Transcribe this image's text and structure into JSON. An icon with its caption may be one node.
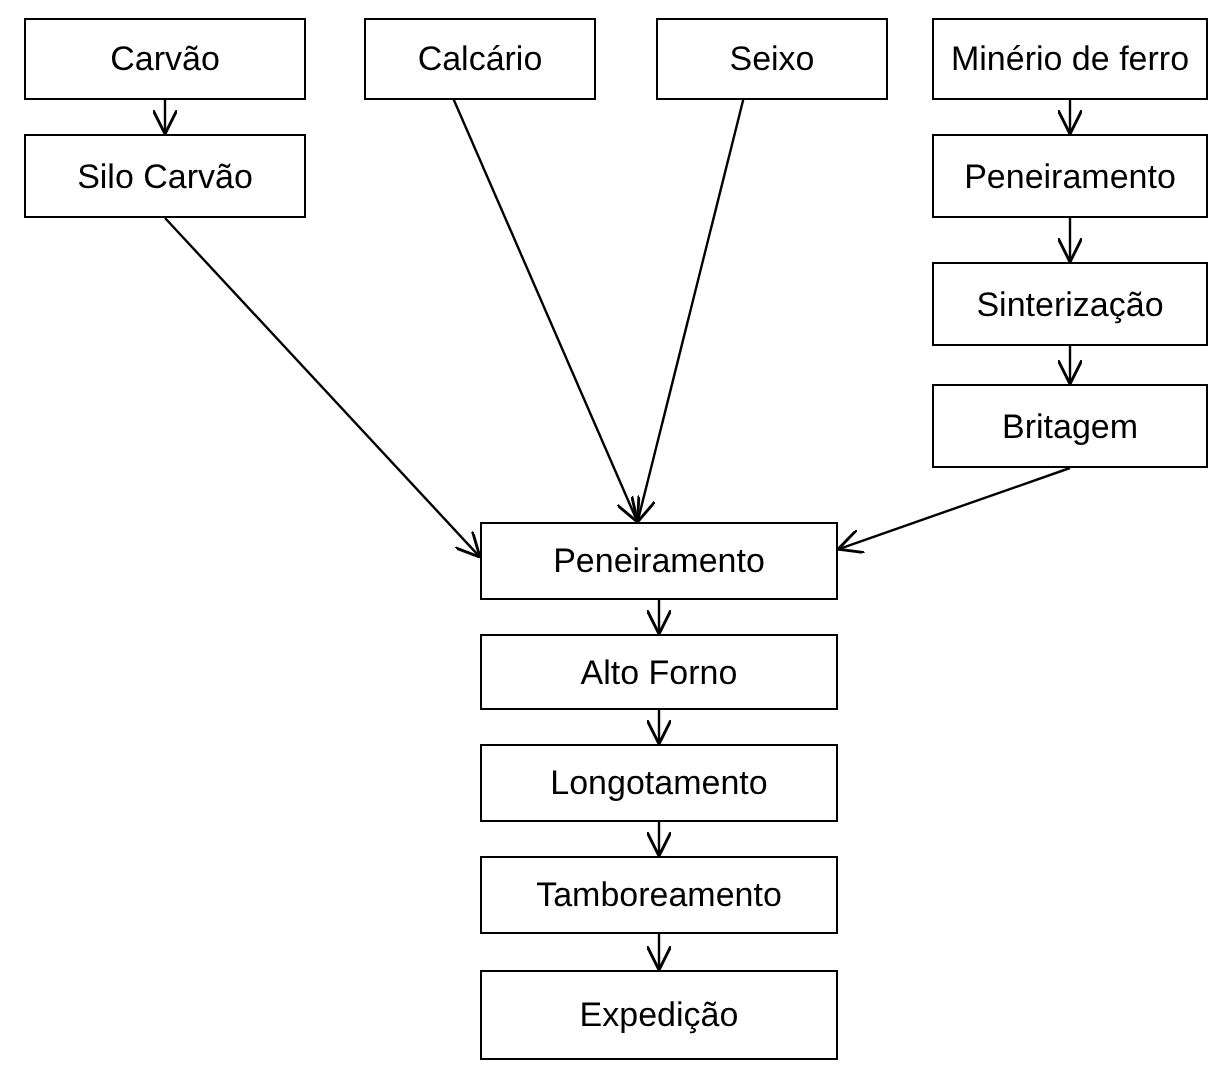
{
  "diagram": {
    "nodes": [
      {
        "text": [
          "Carvão"
        ]
      },
      {
        "text": [
          "Silo Carvão"
        ]
      },
      {
        "text": [
          "Calcário"
        ]
      },
      {
        "text": [
          "Seixo"
        ]
      },
      {
        "text": [
          "Minério de ferro"
        ]
      },
      {
        "text": [
          "Peneiramento"
        ]
      },
      {
        "text": [
          "Sinterização"
        ]
      },
      {
        "text": [
          "Britagem"
        ]
      },
      {
        "text": [
          "Peneiramento"
        ]
      },
      {
        "text": [
          "Alto Forno"
        ]
      },
      {
        "text": [
          "Longotamento"
        ]
      },
      {
        "text": [
          "Tamboreamento"
        ]
      },
      {
        "text": [
          "Expedição"
        ]
      }
    ],
    "edges": [
      {
        "from": 0,
        "to": 1,
        "arrow": "to"
      },
      {
        "from": 1,
        "to": 8,
        "arrow": "to"
      },
      {
        "from": 2,
        "to": 8,
        "arrow": "to"
      },
      {
        "from": 3,
        "to": 8,
        "arrow": "to"
      },
      {
        "from": 4,
        "to": 5,
        "arrow": "to"
      },
      {
        "from": 5,
        "to": 6,
        "arrow": "to"
      },
      {
        "from": 6,
        "to": 7,
        "arrow": "to"
      },
      {
        "from": 7,
        "to": 8,
        "arrow": "to"
      },
      {
        "from": 8,
        "to": 9,
        "arrow": "to"
      },
      {
        "from": 9,
        "to": 10,
        "arrow": "to"
      },
      {
        "from": 10,
        "to": 11,
        "arrow": "to"
      },
      {
        "from": 11,
        "to": 12,
        "arrow": "to"
      }
    ]
  }
}
